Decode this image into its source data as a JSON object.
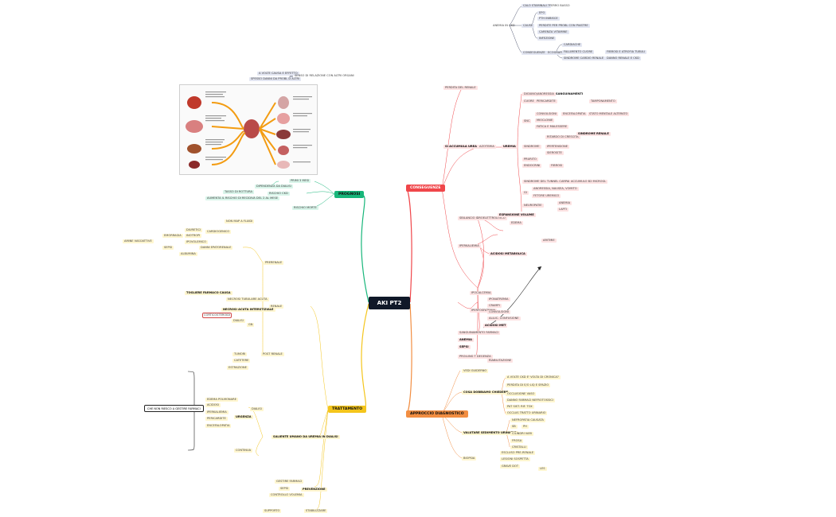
{
  "central": "AKI PT2",
  "branches": {
    "conseguenze": "CONSEGUENZE",
    "approccio": "APPROCCIO DIAGNOSTICO",
    "trattamento": "TRATTAMENTO",
    "prognosi": "PROGNOSI"
  },
  "side_note": "CHE NON RIESCO A GESTIRE FARMACI",
  "anemia": {
    "title": "ANEMIA IN CKD",
    "items": [
      "CALO STAMINALI ?",
      "FERRO BASSO",
      "CAUSE",
      "EPO",
      "PTH INIBISCE",
      "PERDITE PER PROBL CON PIASTRE",
      "CARENZA VITAMINE",
      "INFEZIONE",
      "CONSEGUENZE",
      "ECOGRAFIA",
      "CARDIACHE",
      "FALLIMENTO CUORE",
      "SINDROME CARDIO RENALE",
      "FIBROSI E ATROFIA TUBULI",
      "DANNO RENALE E CKD"
    ]
  },
  "top_notes": [
    "A VOLTE CAUSA E EFFETTO",
    "SPESSO DANNI DA PROBL D ALTRI",
    "SENSO DI RELAZIONE CON ALTRI ORGANI"
  ],
  "conseguenze": {
    "items": [
      "PERDITA DEL RENALE",
      "SI ACCUMULA UREA",
      "AZOTEMIA",
      "UREMIA",
      "DIGIUNO/ANORESSIA",
      "SANGUINAMENTI",
      "CUORE",
      "PERICARDITE",
      "TAMPONAMENTO",
      "SNC",
      "CONVULSIONI",
      "ENCEFALOPATIA",
      "STATO MENTALE ALTERATO",
      "MIOCLONIE",
      "FATICA E MALESSERE",
      "SINDROME",
      "RITARDO DI CRESCITA",
      "SINDROME RENALE",
      "IPERTENSIONE",
      "SIEROSITE",
      "PRURITO",
      "ENDOCRINI",
      "FIBROSI",
      "SINDROME DEL TUNNEL CARPALE",
      "ACCUMULO B2 MICROGL",
      "GI",
      "ANORESSIA, NAUSEA, VOMITO",
      "FETORE UREMICO",
      "NEUROPATIE",
      "ANEMIA",
      "LAPTI",
      "SBILANCIO IDROELETTROLITICO",
      "ESPANSIONE VOLUME",
      "EDEMA",
      "IPERKALIEMIA",
      "ACIDOSI METABOLICA",
      "ARITMIE",
      "IPOCALCEMIA",
      "IPERFOSFATEMIA",
      "IPONATREMIA",
      "CRAMPI",
      "CONVULSIONI",
      "ALLUC. CONFUSIONE",
      "ACIDOSI MET",
      "SANGUINAMENTO FARMACI",
      "ANEMIA",
      "SEPSI",
      "PROLUNG T DEGENZA",
      "RIABILITAZIONE"
    ]
  },
  "approccio": {
    "items": [
      "VEDI GUIDERNO",
      "COSA DOBBIAMO CHIEDERE",
      "A VOLTE CKD E' VOLTA DI CRONICA?",
      "PERDITA DI E/O LIQ E SPAZIO",
      "OCCLUSIONE VASO",
      "DANNO FARMACI NEFROTOSSICI",
      "PAT SIST. RIF. TOX",
      "OCCLUS TRATTO URINARIO",
      "VALUTARE SEDIMENTO URINARIO",
      "NEFROPATIA CAUSATA",
      "SB",
      "PH",
      "CILINDRI VARI",
      "FROSA",
      "CRISTALLI",
      "BIOPSIA",
      "ESCLUSO PRE-RENALE",
      "LESIONI SOSPETTA",
      "GRAVE DOT",
      "LES"
    ]
  },
  "trattamento": {
    "items": [
      "PRERENALE",
      "NON MAP A FLUIDI",
      "DIURETICI",
      "CARDIOGENICO",
      "EMORRAGIA",
      "INOTROPI",
      "AMINE VASOATTIVE",
      "IPOVOLEMICO",
      "SEPSI",
      "DANNI EPATORENALE",
      "ALBUMINA",
      "RENALE",
      "TOGLIERE FARMACO CAUSA",
      "NECROSI TUBULARE ACUTA",
      "NECROSI ACUTA INTERSTIZIALE",
      "CORTICOSTEROIDI",
      "GN",
      "DIALISI",
      "POST RENALE",
      "TUMORI",
      "CATETERE",
      "ESTRAZIONE",
      "SALIENTE UMANO DA UREMIA IN DIALISI",
      "URGENZA",
      "ACIDOSI",
      "EDEMA POLMONARE",
      "IPERKALIEMIA",
      "PERICARDITE",
      "ENCEFALOPATIA",
      "DIALISI",
      "CONTINUA",
      "PREVENZIONE",
      "GESTIRE FARMACI",
      "SEPSI",
      "CONTROLLO VOLEMIA",
      "STABILIZZARE",
      "SUPPORTO"
    ]
  },
  "prognosi": {
    "items": [
      "PRIMI 3 MESI",
      "DIPENDENZA DA DIALISI",
      "TASSO DI ROTTURA",
      "RISCHIO CKD",
      "AUMENTA IL RISCHIO DI RECIDIVA DEL 2 AL MESE",
      "RISCHIO MORTE"
    ]
  },
  "colors": {
    "conseguenze": "#f0464a",
    "approccio": "#f28e42",
    "trattamento": "#f4c51c",
    "prognosi": "#17b67a",
    "central": "#101828"
  }
}
